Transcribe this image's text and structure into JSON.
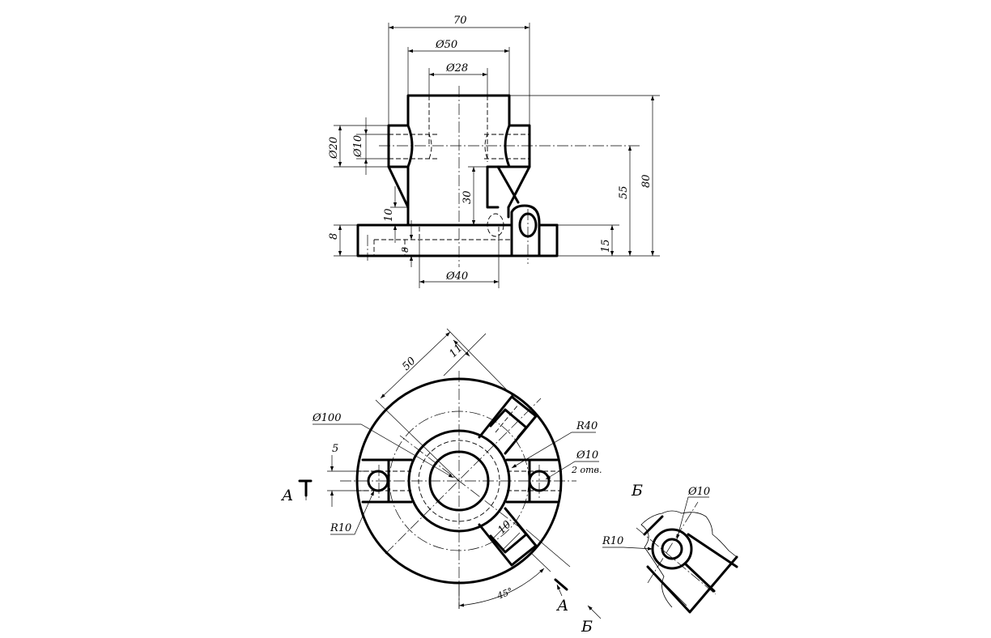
{
  "front_view": {
    "dims": {
      "width_70": "70",
      "dia_50": "Ø50",
      "dia_28": "Ø28",
      "dia_20": "Ø20",
      "dia_10": "Ø10",
      "height_80": "80",
      "height_55": "55",
      "height_30": "30",
      "height_15": "15",
      "height_10": "10",
      "height_8_left": "8",
      "height_8_inner": "8",
      "dia_40": "Ø40"
    }
  },
  "top_view": {
    "dims": {
      "len_50": "50",
      "len_11": "11",
      "dia_100": "Ø100",
      "r_40": "R40",
      "dia_10": "Ø10",
      "holes_note": "2 отв.",
      "len_5": "5",
      "r_10": "R10",
      "len_10": "10",
      "angle_45": "45°"
    },
    "section_labels": {
      "a_left": "А",
      "a_bottom": "А",
      "b_view": "Б"
    }
  },
  "detail_view": {
    "title": "Б",
    "dims": {
      "dia_10": "Ø10",
      "r_10": "R10"
    }
  }
}
